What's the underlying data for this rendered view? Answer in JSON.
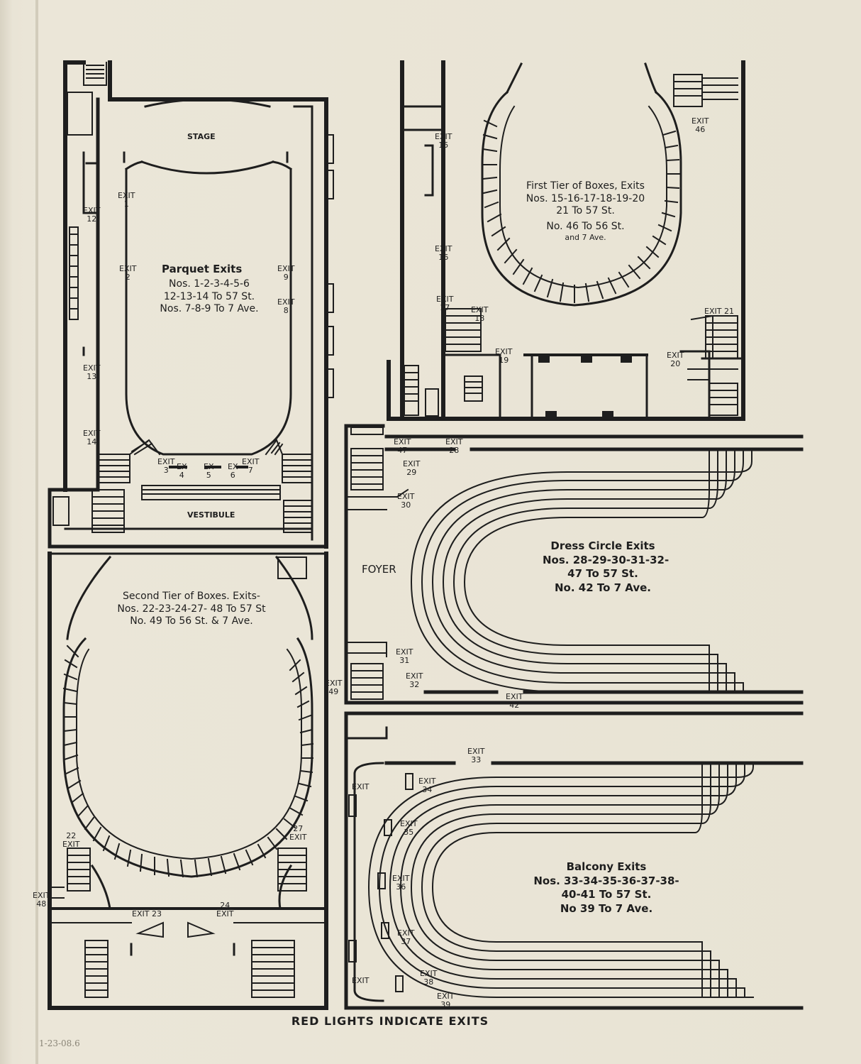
{
  "parquet": {
    "stage": "STAGE",
    "vestibule": "VESTIBULE",
    "title": "Parquet Exits",
    "lines": [
      "Nos. 1-2-3-4-5-6",
      "12-13-14 To 57 St.",
      "Nos. 7-8-9 To 7 Ave."
    ],
    "exits": {
      "e1": "EXIT\n1",
      "e2": "EXIT\n2",
      "e8": "EXIT\n8",
      "e9": "EXIT\n9",
      "e12": "EXIT\n12",
      "e13": "EXIT\n13",
      "e14": "EXIT\n14",
      "e3": "EXIT\n3",
      "e4": "EX\n4",
      "e5": "EX\n5",
      "e6": "EX\n6",
      "e7": "EXIT\n7"
    }
  },
  "first_tier": {
    "title": "First Tier of Boxes, Exits",
    "lines": [
      "Nos. 15-16-17-18-19-20",
      "21 To 57 St.",
      "No. 46 To 56 St.",
      "and 7 Ave."
    ],
    "exits": {
      "e15": "EXIT\n15",
      "e16": "EXIT\n16",
      "e17": "EXIT\n17",
      "e18": "EXIT\n18",
      "e19": "EXIT\n19",
      "e20": "EXIT\n20",
      "e21": "EXIT 21",
      "e46": "EXIT\n46"
    }
  },
  "dress_circle": {
    "foyer": "FOYER",
    "title": "Dress Circle Exits",
    "lines": [
      "Nos. 28-29-30-31-32-",
      "47 To 57 St.",
      "No. 42 To 7 Ave."
    ],
    "exits": {
      "e47": "EXIT\n47",
      "e28": "EXIT\n28",
      "e29": "EXIT\n29",
      "e30": "EXIT\n30",
      "e31": "EXIT\n31",
      "e32": "EXIT\n32",
      "e42": "EXIT\n42"
    }
  },
  "second_tier": {
    "title": "Second Tier of Boxes. Exits-",
    "lines": [
      "Nos. 22-23-24-27- 48 To 57 St",
      "No. 49 To 56 St. & 7 Ave."
    ],
    "exits": {
      "e22": "22\nEXIT",
      "e27": "27\nEXIT",
      "e23": "EXIT 23",
      "e24": "24\nEXIT",
      "e48": "EXIT\n48",
      "e49": "EXIT\n49"
    }
  },
  "balcony": {
    "title": "Balcony Exits",
    "lines": [
      "Nos. 33-34-35-36-37-38-",
      "40-41 To 57 St.",
      "No 39 To 7 Ave."
    ],
    "exits": {
      "e33": "EXIT\n33",
      "e34": "EXIT\n34",
      "e35": "EXIT\n35",
      "e36": "EXIT\n36",
      "e37": "EXIT\n37",
      "e38": "EXIT\n38",
      "e39": "EXIT\n39",
      "eL1": "EXIT",
      "eL2": "EXIT"
    }
  },
  "footer": "RED LIGHTS INDICATE EXITS",
  "pencil_note": "1-23-08.6"
}
